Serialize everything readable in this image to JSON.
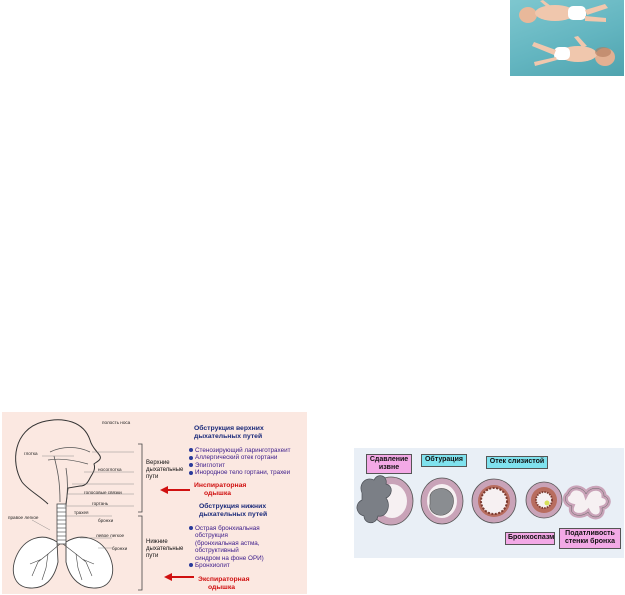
{
  "left_panel": {
    "upper_header": [
      "Обструкция верхних",
      "дыхательных путей"
    ],
    "upper_items": [
      "Стенозирующий ларинготрахеит",
      "Аллергический отек гортани",
      "Эпиглотит",
      "Инородное тело гортани, трахеи"
    ],
    "upper_label": [
      "Верхние",
      "дыхательные",
      "пути"
    ],
    "upper_dyspnea": [
      "Инспираторная",
      "одышка"
    ],
    "lower_header": [
      "Обструкция нижних",
      "дыхательных путей"
    ],
    "lower_items": [
      "Острая бронхиальная",
      "обструкция",
      "(бронхиальная астма,",
      "обструктивный",
      "синдром на фоне ОРИ)",
      "Бронхиолит"
    ],
    "lower_label": [
      "Нижние",
      "дыхательные",
      "пути"
    ],
    "lower_dyspnea": [
      "Экспираторная",
      "одышка"
    ],
    "anatomy": {
      "nasal": "полость носа",
      "mouth": "глотка",
      "nasopharynx": "носоглотка",
      "vocal": "голосовые связки",
      "larynx": "гортань",
      "trachea": "трахея",
      "right_lung": "правое легкое",
      "bronchi": "бронхи",
      "left_lung": "левое легкое",
      "bronchioles": "бронхи"
    },
    "colors": {
      "background": "#fbe8e1",
      "header": "#1a2a7a",
      "items": "#3a1a8a",
      "arrow": "#d01010"
    }
  },
  "right_panel": {
    "labels": {
      "compression": [
        "Сдавление",
        "извне"
      ],
      "obturation": "Обтурация",
      "edema": "Отек слизистой",
      "bronchospasm": "Бронхоспазм",
      "compliance": [
        "Податливость",
        "стенки бронха"
      ]
    },
    "colors": {
      "background": "#e9eff6",
      "pink_label": "#f3a9e6",
      "cyan_label": "#7fe2ee",
      "wall": "#c9a3b8",
      "lumen": "#f6f0f2"
    }
  },
  "photo": {
    "icon": "infant-lying-photo"
  }
}
